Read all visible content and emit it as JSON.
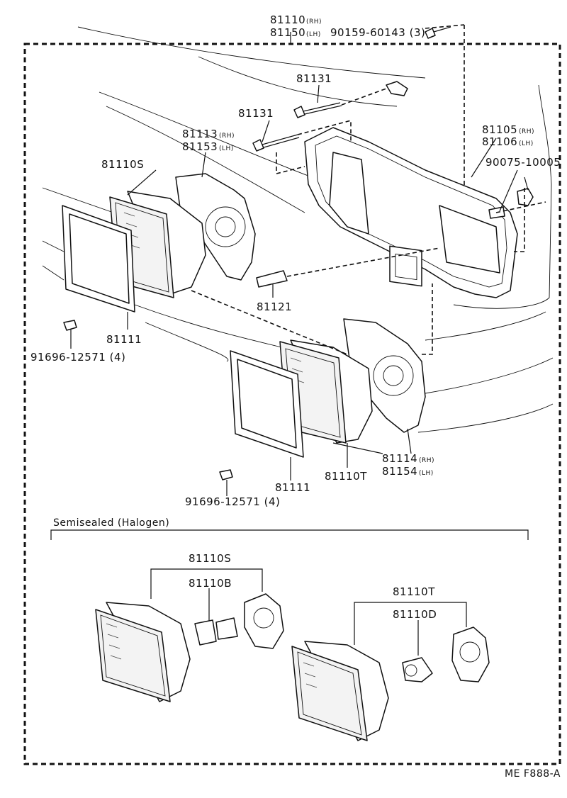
{
  "labels": {
    "p81110_rh": "81110",
    "p81110_rh_tag": "(RH)",
    "p81150_lh": "81150",
    "p81150_lh_tag": "(LH)",
    "p90159": "90159-60143 (3)",
    "p81131_a": "81131",
    "p81131_b": "81131",
    "p81113": "81113",
    "p81113_tag": "(RH)",
    "p81153": "81153",
    "p81153_tag": "(LH)",
    "p81110S_top": "81110S",
    "p81105": "81105",
    "p81105_tag": "(RH)",
    "p81106": "81106",
    "p81106_tag": "(LH)",
    "p90075": "90075-10005",
    "p81121": "81121",
    "p81111_a": "81111",
    "p91696_a": "91696-12571 (4)",
    "p81114": "81114",
    "p81114_tag": "(RH)",
    "p81154": "81154",
    "p81154_tag": "(LH)",
    "p81110T_mid": "81110T",
    "p81111_b": "81111",
    "p91696_b": "91696-12571 (4)",
    "p81110S_bot": "81110S",
    "p81110B": "81110B",
    "p81110T_bot": "81110T",
    "p81110D": "81110D"
  },
  "section_title": "Semisealed (Halogen)",
  "figure_code": "ME F888-A"
}
